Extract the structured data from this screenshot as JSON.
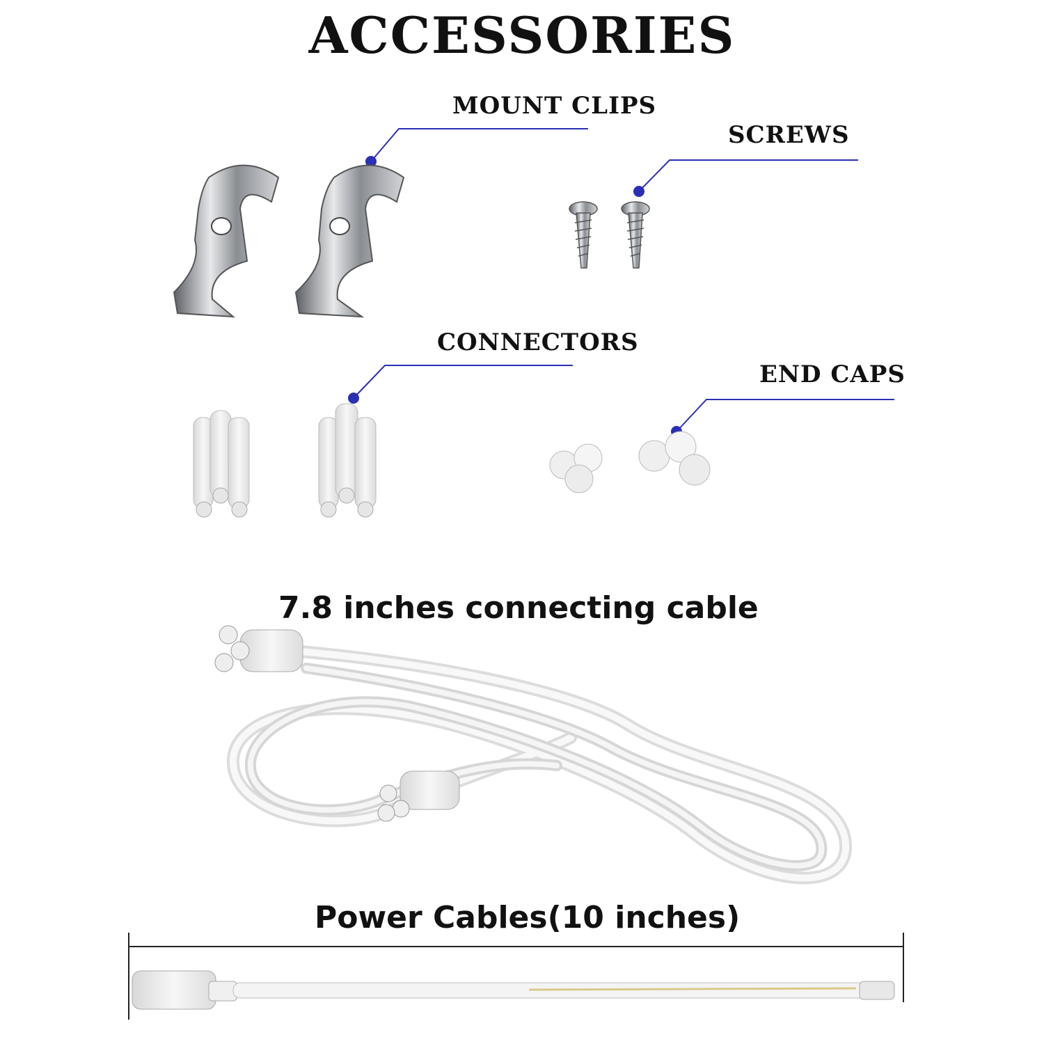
{
  "title": "ACCESSORIES",
  "labels": {
    "mount_clips": "MOUNT CLIPS",
    "screws": "SCREWS",
    "connectors": "CONNECTORS",
    "end_caps": "END CAPS"
  },
  "captions": {
    "connecting_cable": "7.8 inches connecting cable",
    "power_cables": "Power Cables(10 inches)"
  },
  "colors": {
    "callout": "#2b2fb5",
    "metal": "#9a9ca0",
    "plastic": "#eeeeee"
  }
}
